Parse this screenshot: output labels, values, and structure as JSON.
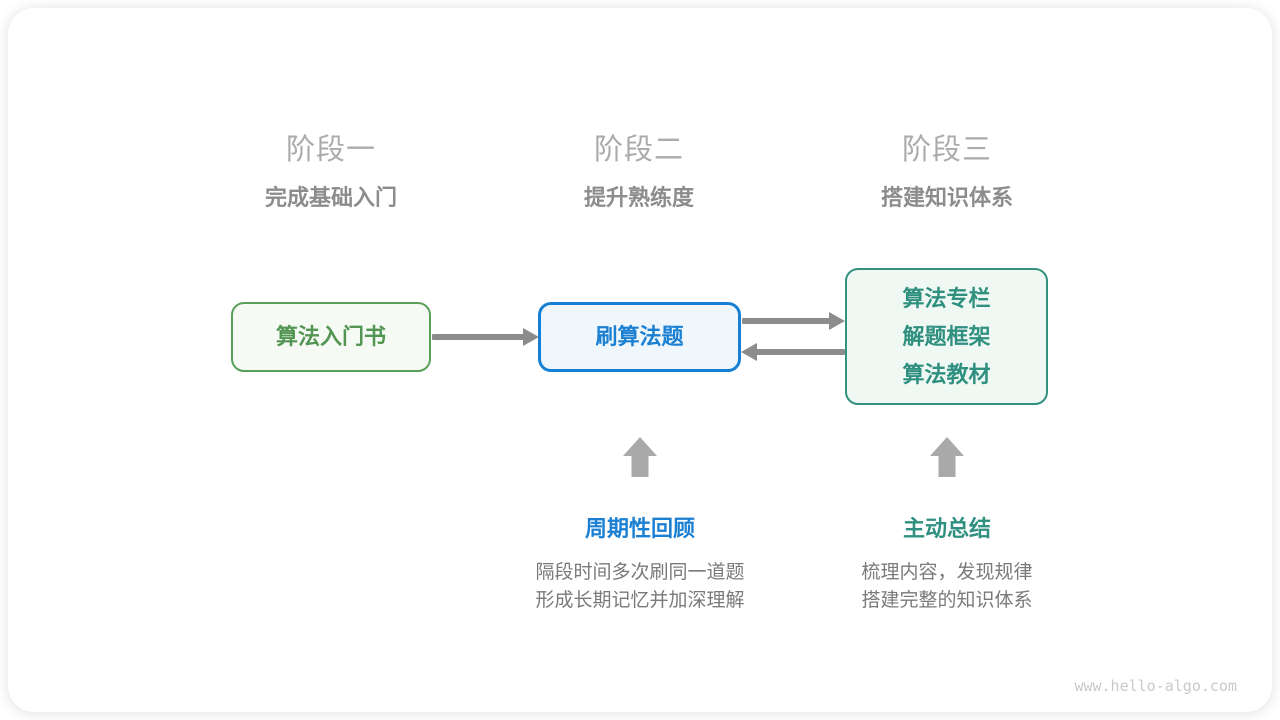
{
  "stages": [
    {
      "title": "阶段一",
      "subtitle": "完成基础入门"
    },
    {
      "title": "阶段二",
      "subtitle": "提升熟练度"
    },
    {
      "title": "阶段三",
      "subtitle": "搭建知识体系"
    }
  ],
  "nodes": {
    "intro_book": {
      "label": "算法入门书"
    },
    "practice": {
      "label": "刷算法题"
    },
    "resources": {
      "lines": [
        "算法专栏",
        "解题框架",
        "算法教材"
      ]
    }
  },
  "annotations": [
    {
      "label": "周期性回顾",
      "desc_line1": "隔段时间多次刷同一道题",
      "desc_line2": "形成长期记忆并加深理解"
    },
    {
      "label": "主动总结",
      "desc_line1": "梳理内容，发现规律",
      "desc_line2": "搭建完整的知识体系"
    }
  ],
  "watermark": "www.hello-algo.com",
  "colors": {
    "green_border": "#5AA05A",
    "green_text": "#539553",
    "green_fill": "#F6FAF4",
    "blue_border": "#1780D4",
    "blue_text": "#1B80D2",
    "blue_fill": "#EFF7FD",
    "teal_border": "#35917F",
    "teal_text": "#2F9080",
    "teal_fill": "#F0F8F4",
    "arrow": "#8C8C8C",
    "block_arrow": "#A9A9A9",
    "stage_title": "#ABABAB",
    "stage_subtitle": "#8C8C8C",
    "desc": "#7A7A7A",
    "watermark": "#C9C9C9"
  }
}
